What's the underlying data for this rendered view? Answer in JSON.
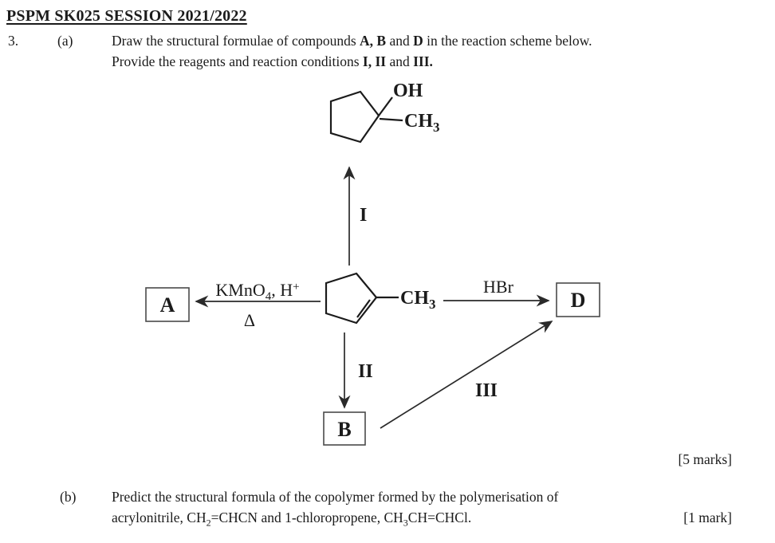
{
  "header": {
    "title": "PSPM SK025 SESSION 2021/2022"
  },
  "question": {
    "number": "3.",
    "part_a": {
      "label": "(a)",
      "l1_t1": "Draw the structural formulae of compounds ",
      "l1_b1": "A, B",
      "l1_t2": " and ",
      "l1_b2": "D",
      "l1_t3": " in the reaction scheme below.",
      "l2_t1": "Provide the reagents and reaction conditions ",
      "l2_b1": "I, II",
      "l2_t2": " and ",
      "l2_b2": "III.",
      "marks": "[5 marks]"
    },
    "part_b": {
      "label": "(b)",
      "line1": "Predict the structural formula of the copolymer formed by the polymerisation of",
      "l2_t1": "acrylonitrile, CH",
      "l2_sub1": "2",
      "l2_t2": "=CHCN and 1-chloropropene, CH",
      "l2_sub2": "3",
      "l2_t3": "CH=CHCl.",
      "marks": "[1 mark]"
    }
  },
  "scheme": {
    "top_molecule": {
      "oh": "OH",
      "ch": "CH",
      "ch_sub": "3"
    },
    "center_molecule": {
      "ch": "CH",
      "ch_sub": "3"
    },
    "labels": {
      "step_i": "I",
      "step_ii": "II",
      "step_iii": "III",
      "kmno4": "KMnO",
      "kmno4_sub": "4",
      "h_plus": ", H",
      "h_plus_sup": "+",
      "delta": "Δ",
      "hbr": "HBr"
    },
    "boxes": {
      "a": "A",
      "b": "B",
      "d": "D"
    }
  },
  "colors": {
    "ink": "#1b1b1b",
    "box_border": "#4a4a4a",
    "paper": "#ffffff"
  }
}
